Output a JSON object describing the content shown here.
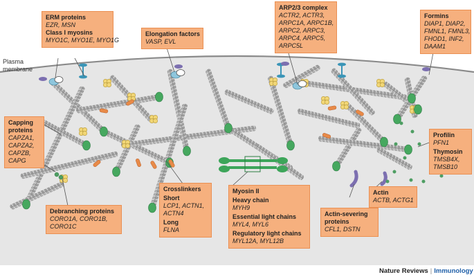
{
  "plasma_membrane_label": [
    "Plasma",
    "membrane"
  ],
  "colors": {
    "box_fill": "#f6b07e",
    "box_border": "#ea8f52",
    "filament": "#a6a6a6",
    "membrane_fill": "#e6e6e6",
    "crosslinker": "#e88a48",
    "myosin": "#3da55a",
    "capping": "#46a85f",
    "arp23": "#f1d676",
    "cofilin": "#7c6fb0",
    "erm_blue": "#3b95b7",
    "journal_blue": "#1f5fa8"
  },
  "boxes": {
    "erm": {
      "title_1": "ERM proteins",
      "genes_1": "EZR, MSN",
      "title_2": "Class I myosins",
      "genes_2": "MYO1C, MYO1E, MYO1G"
    },
    "elongation": {
      "title": "Elongation factors",
      "genes": "VASP, EVL"
    },
    "arp23": {
      "title": "ARP2/3 complex",
      "genes_1": "ACTR2, ACTR3,",
      "genes_2": "ARPC1A, ARPC1B,",
      "genes_3": "ARPC2, ARPC3,",
      "genes_4": "ARPC4, ARPC5,",
      "genes_5": "ARPC5L"
    },
    "formins": {
      "title": "Formins",
      "genes_1": "DIAP1, DIAP2,",
      "genes_2": "FMNL1, FMNL3,",
      "genes_3": "FHOD1, INF2,",
      "genes_4": "DAAM1"
    },
    "capping": {
      "title_1": "Capping",
      "title_2": "proteins",
      "genes_1": "CAPZA1,",
      "genes_2": "CAPZA2,",
      "genes_3": "CAPZB,",
      "genes_4": "CAPG"
    },
    "profilin": {
      "title_1": "Profilin",
      "genes_1": "PFN1",
      "title_2": "Thymosin",
      "genes_2": "TMSB4X,",
      "genes_3": "TMSB10"
    },
    "crosslinkers": {
      "title": "Crosslinkers",
      "sub_1": "Short",
      "genes_1": "LCP1, ACTN1,",
      "genes_2": "ACTN4",
      "sub_2": "Long",
      "genes_3": "FLNA"
    },
    "myosin2": {
      "title": "Myosin II",
      "sub_1": "Heavy chain",
      "genes_1": "MYH9",
      "sub_2": "Essential light chains",
      "genes_2": "MYL4, MYL6",
      "sub_3": "Regulatory light chains",
      "genes_3": "MYL12A, MYL12B"
    },
    "actin": {
      "title": "Actin",
      "genes": "ACTB, ACTG1"
    },
    "severing": {
      "title_1": "Actin-severing",
      "title_2": "proteins",
      "genes": "CFL1, DSTN"
    },
    "debranching": {
      "title": "Debranching proteins",
      "genes_1": "CORO1A, CORO1B,",
      "genes_2": "CORO1C"
    }
  },
  "credit": {
    "publisher": "Nature Reviews",
    "separator": "|",
    "journal": "Immunology"
  }
}
